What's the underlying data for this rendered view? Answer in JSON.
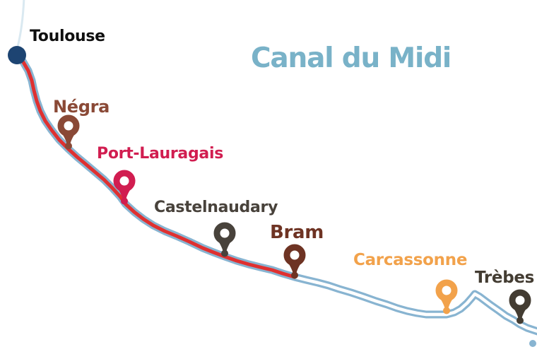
{
  "title": {
    "text": "Canal du Midi",
    "color": "#79b2c8"
  },
  "canal": {
    "name": "Canal du Midi waterway",
    "line_color": "#88b4d1",
    "river_color": "#c6dde9",
    "highlight_color": "#df3030",
    "highlight_segment": "Toulouse to Bram"
  },
  "stops": [
    {
      "name": "Toulouse",
      "label_color": "#0f0f0f",
      "marker": "dot-marker",
      "marker_color": "#1d4472"
    },
    {
      "name": "Négra",
      "label_color": "#8a4936",
      "marker": "pin-marker",
      "marker_color": "#8a4936"
    },
    {
      "name": "Port-Lauragais",
      "label_color": "#d11d50",
      "marker": "pin-marker",
      "marker_color": "#d11d50"
    },
    {
      "name": "Castelnaudary",
      "label_color": "#48423b",
      "marker": "pin-marker",
      "marker_color": "#48423b"
    },
    {
      "name": "Bram",
      "label_color": "#6e3323",
      "marker": "pin-marker",
      "marker_color": "#6e3323"
    },
    {
      "name": "Carcassonne",
      "label_color": "#f2a24b",
      "marker": "pin-marker",
      "marker_color": "#f2a24b"
    },
    {
      "name": "Trèbes",
      "label_color": "#433c32",
      "marker": "pin-marker",
      "marker_color": "#433c32"
    }
  ]
}
